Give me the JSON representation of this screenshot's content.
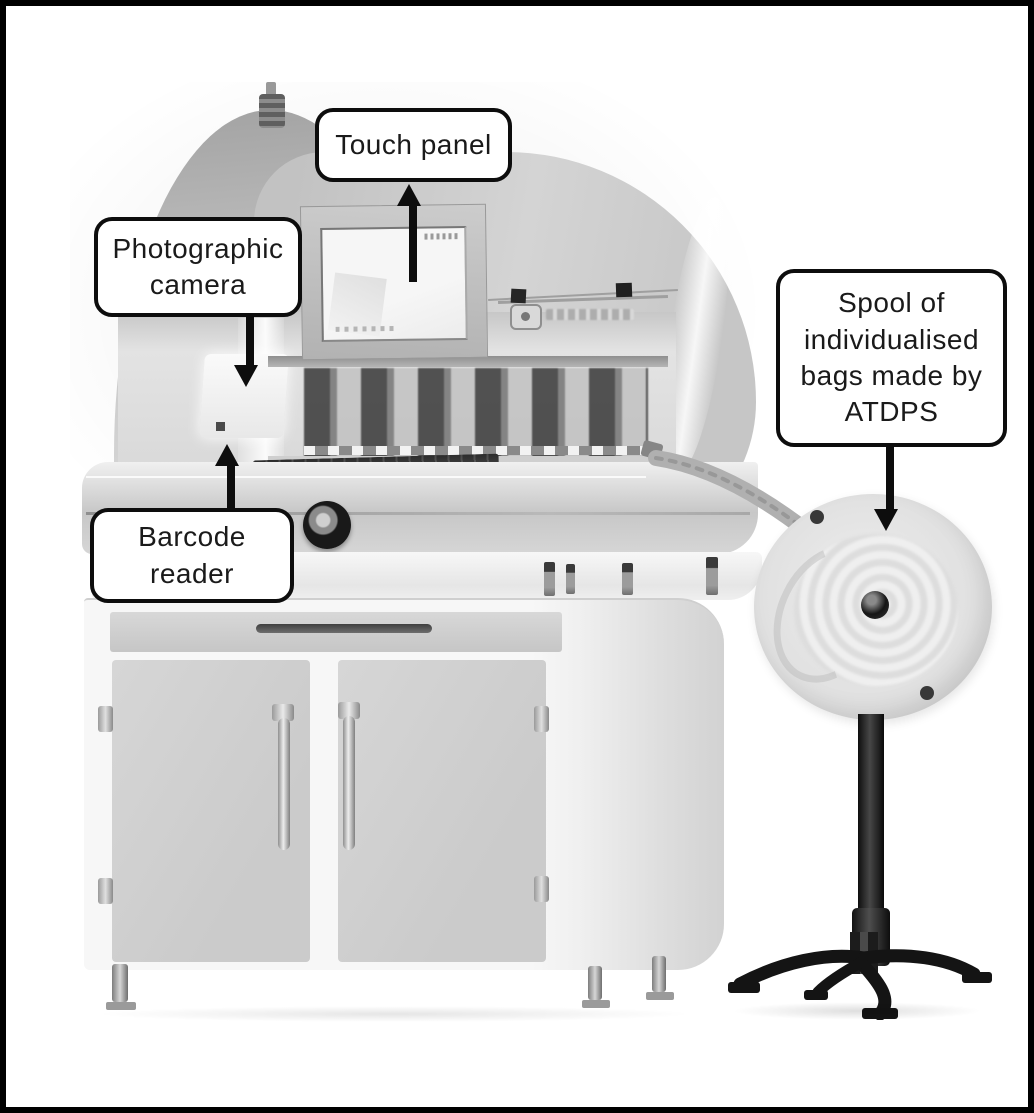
{
  "callouts": {
    "touch_panel": {
      "label": "Touch panel"
    },
    "photographic_camera": {
      "label": "Photographic camera"
    },
    "barcode_reader": {
      "label": "Barcode reader"
    },
    "spool": {
      "label": "Spool of individualised bags made by ATDPS"
    }
  },
  "annotations": {
    "arrows": [
      {
        "target": "touch-panel",
        "direction": "up"
      },
      {
        "target": "photographic-camera",
        "direction": "down"
      },
      {
        "target": "barcode-reader",
        "direction": "up"
      },
      {
        "target": "spool",
        "direction": "down"
      }
    ]
  },
  "colors": {
    "background": "#ffffff",
    "frame_border": "#000000",
    "callout_bg": "#ffffff",
    "callout_border": "#0d0d0d",
    "callout_text": "#1a1a1a",
    "annotation_arrow": "#0d0d0d",
    "machine_light_gray": "#d4d4d4",
    "machine_mid_gray": "#b9b9b9",
    "panel_gray": "#cccccc",
    "keyboard_dark": "#2c2c2c",
    "stand_black": "#141414"
  }
}
